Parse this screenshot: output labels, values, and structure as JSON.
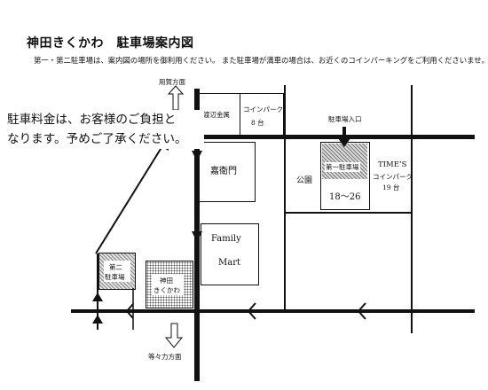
{
  "header": {
    "title": "神田きくかわ　駐車場案内図",
    "subtitle": "第一・第二駐車場は、案内図の場所を御利用ください。 また駐車場が満車の場合は、お近くのコインパーキングをご利用くださいませ。"
  },
  "notice": {
    "line1": "駐車料金は、お客様のご負担と",
    "line2": "なります。予めご了承ください。"
  },
  "directions": {
    "north": "用賀方面",
    "south": "等々力方面"
  },
  "places": {
    "watanabe": "渡辺金属",
    "coin8_l1": "コインパーク",
    "coin8_l2": "8 台",
    "kaemon": "嘉衛門",
    "familymart_l1": "Family",
    "familymart_l2": "Mart",
    "park": "公園",
    "entrance": "駐車場入口",
    "lot1": "第一駐車場",
    "lot1_spaces": "18〜26",
    "times_l1": "TIME’S",
    "times_l2": "コインパーク",
    "times_l3": "19 台",
    "lot2_l1": "第二",
    "lot2_l2": "駐車場",
    "kikukawa_l1": "神田",
    "kikukawa_l2": "きくかわ"
  }
}
